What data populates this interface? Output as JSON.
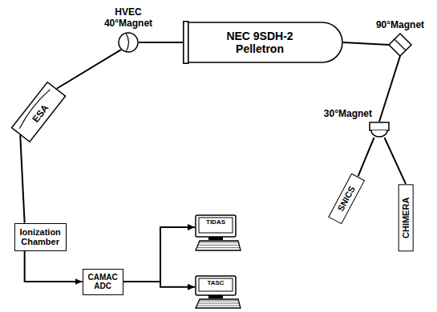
{
  "diagram": {
    "nodes": [
      {
        "text": [
          "HVEC 40°Magnet"
        ]
      },
      {
        "text": [
          "NEC 9SDH-2 Pelletron"
        ]
      },
      {
        "text": [
          "90°Magnet"
        ]
      },
      {
        "text": [
          "ESA"
        ]
      },
      {
        "text": [
          "30°Magnet"
        ]
      },
      {
        "text": [
          "SNICS"
        ]
      },
      {
        "text": [
          "CHIMERA"
        ]
      },
      {
        "text": [
          "Ionization Chamber"
        ]
      },
      {
        "text": [
          "CAMAC ADC"
        ]
      },
      {
        "text": [
          "TIDAS"
        ]
      },
      {
        "text": [
          "TASC"
        ]
      }
    ],
    "edges": [
      {
        "from": 0,
        "to": 1,
        "arrow": "none"
      },
      {
        "from": 1,
        "to": 2,
        "arrow": "none"
      },
      {
        "from": 0,
        "to": 3,
        "arrow": "none"
      },
      {
        "from": 2,
        "to": 4,
        "arrow": "none"
      },
      {
        "from": 3,
        "to": 7,
        "arrow": "none"
      },
      {
        "from": 4,
        "to": 5,
        "arrow": "none"
      },
      {
        "from": 4,
        "to": 6,
        "arrow": "none"
      },
      {
        "from": 7,
        "to": 8,
        "arrow": "to"
      },
      {
        "from": 8,
        "to": 9,
        "arrow": "to"
      },
      {
        "from": 8,
        "to": 10,
        "arrow": "to"
      }
    ]
  }
}
